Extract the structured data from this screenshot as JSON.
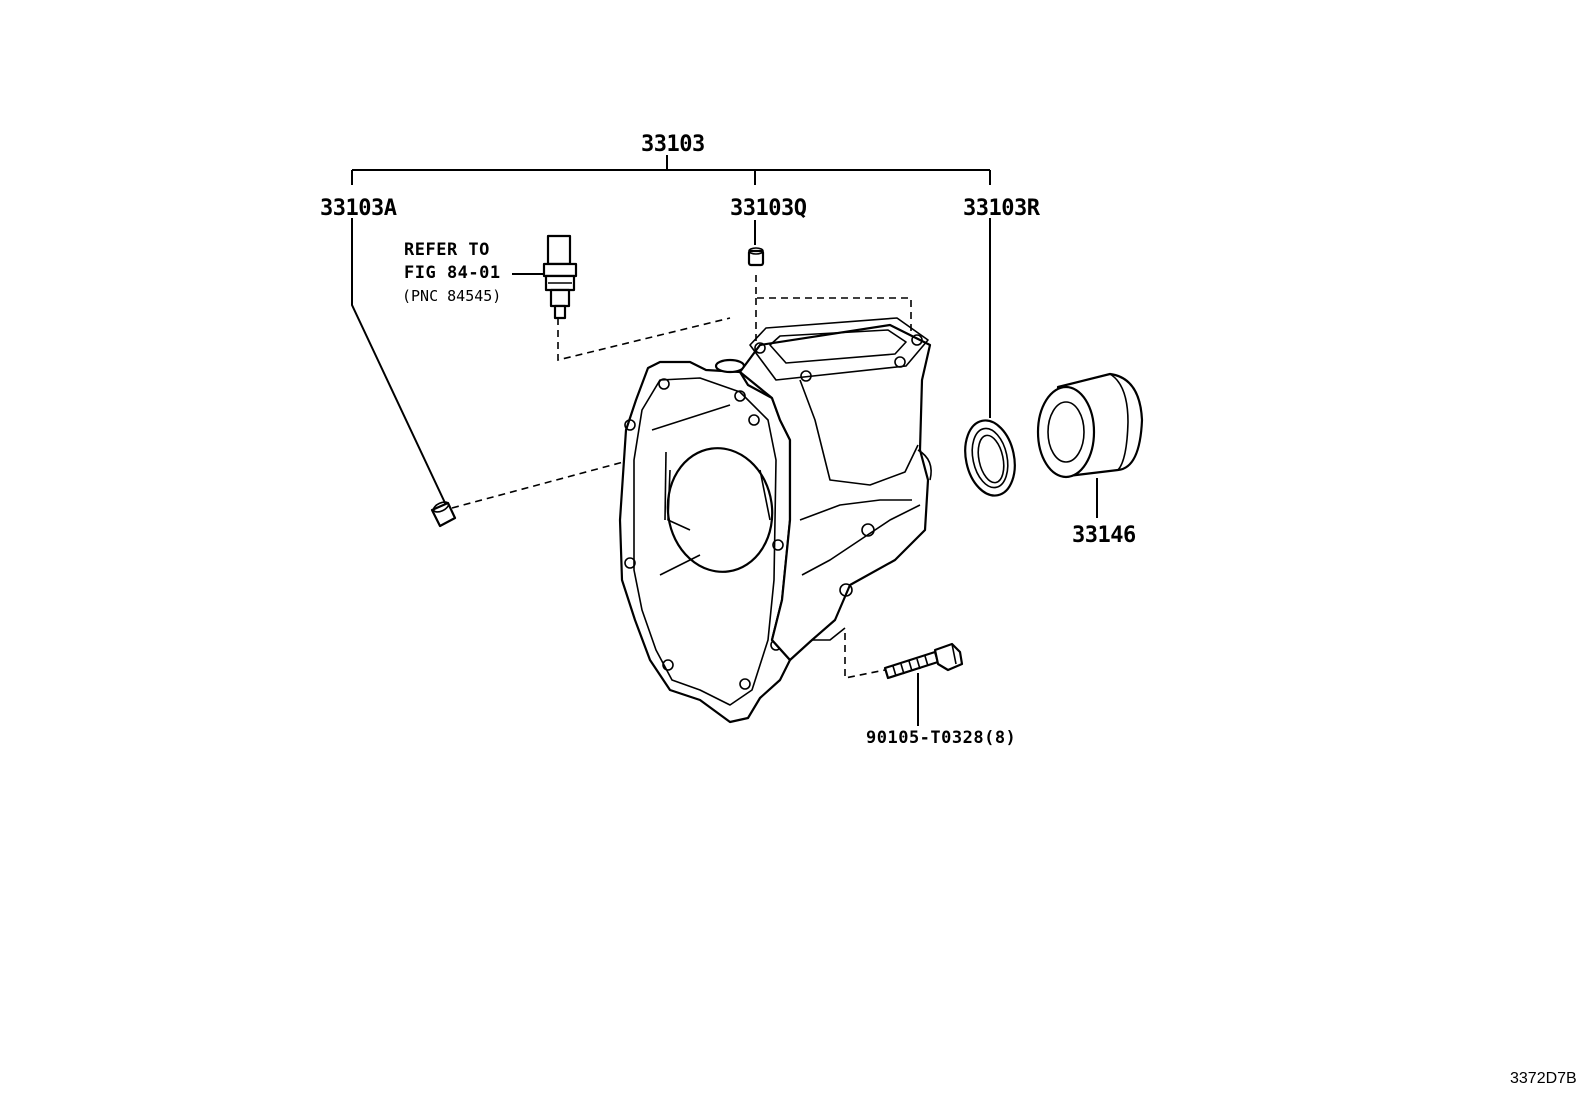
{
  "labels": {
    "assembly": "33103",
    "plug_a": "33103A",
    "plug_q": "33103Q",
    "seal_r": "33103R",
    "sleeve": "33146",
    "bolt": "90105-T0328(8)",
    "refer_line1": "REFER TO",
    "refer_line2": "FIG 84-01",
    "refer_line3": "(PNC 84545)"
  },
  "figure_code": "3372D7B"
}
